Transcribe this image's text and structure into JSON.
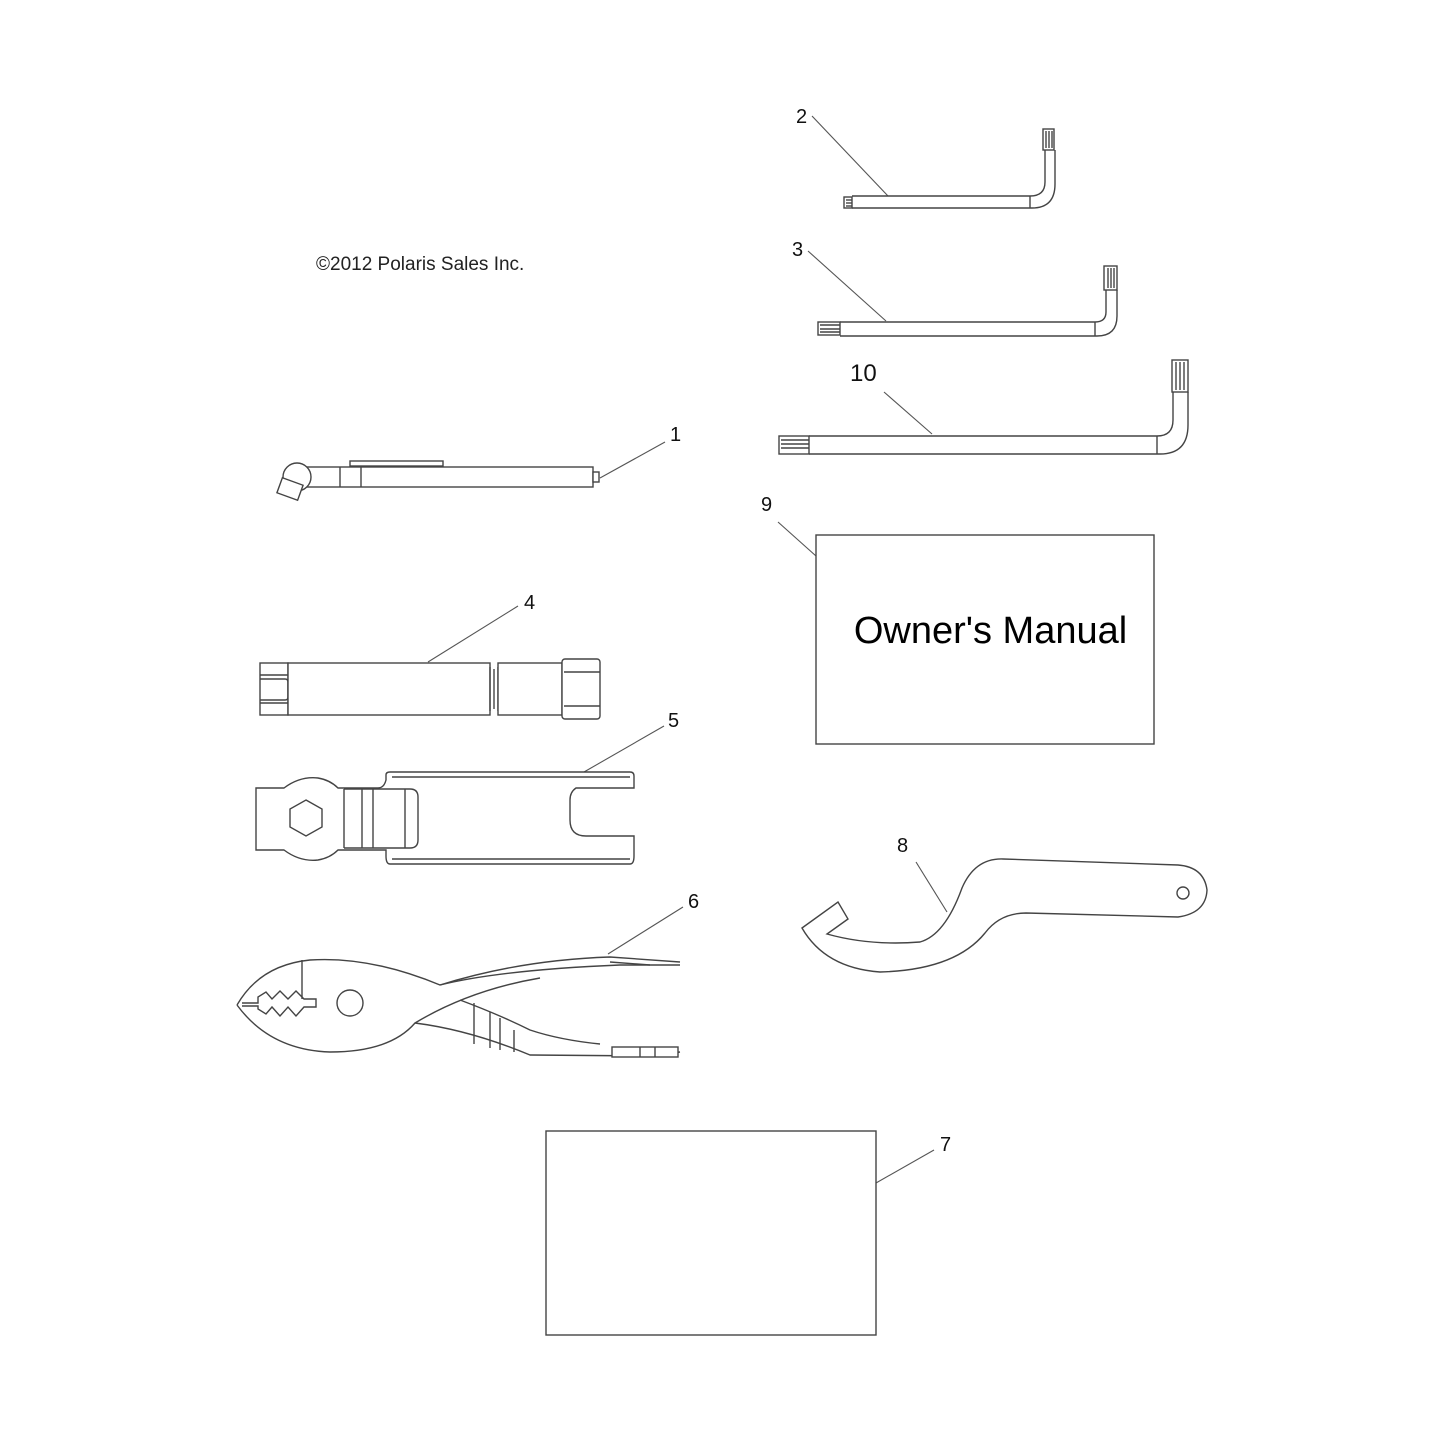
{
  "diagram": {
    "copyright": "©2012 Polaris Sales Inc.",
    "parts": [
      {
        "callout": "1",
        "item": "tire-pressure-gauge"
      },
      {
        "callout": "2",
        "item": "torx-l-wrench-small"
      },
      {
        "callout": "3",
        "item": "torx-l-wrench-medium"
      },
      {
        "callout": "4",
        "item": "spark-plug-socket-wrench"
      },
      {
        "callout": "5",
        "item": "combination-wrench-tool"
      },
      {
        "callout": "6",
        "item": "slip-joint-pliers"
      },
      {
        "callout": "7",
        "item": "tool-pouch"
      },
      {
        "callout": "8",
        "item": "spanner-wrench"
      },
      {
        "callout": "9",
        "item": "owners-manual",
        "label": "Owner's Manual"
      },
      {
        "callout": "10",
        "item": "torx-l-wrench-large"
      }
    ]
  },
  "colors": {
    "line": "#444444",
    "background": "#ffffff",
    "text": "#111111"
  }
}
